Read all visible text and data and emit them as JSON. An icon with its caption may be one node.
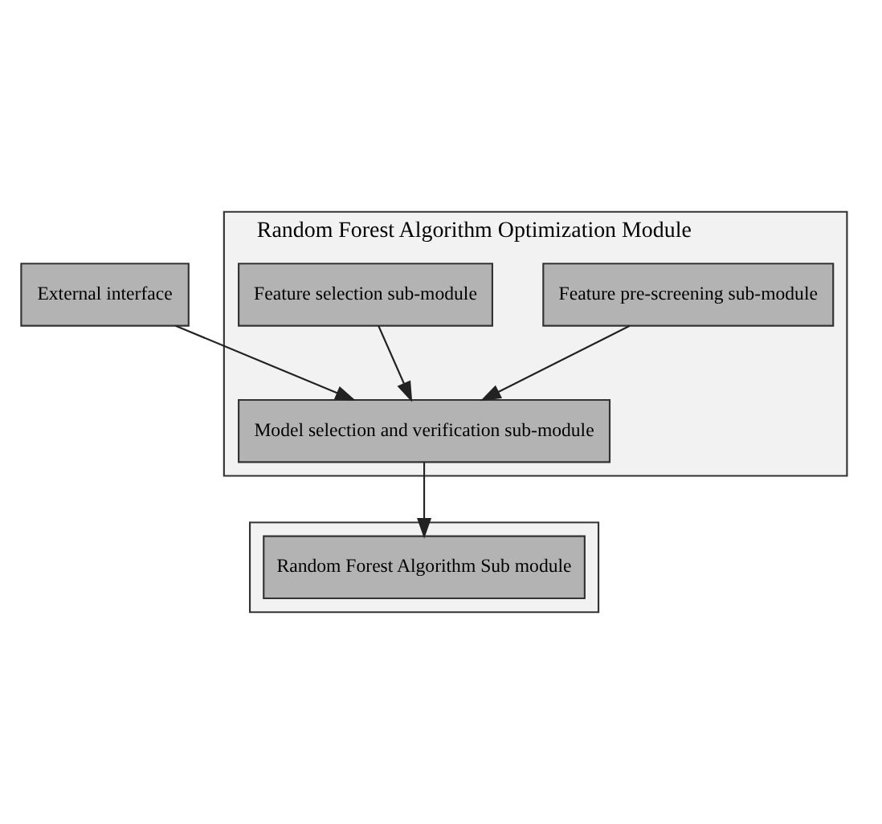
{
  "diagram": {
    "nodes": [
      {
        "text": [
          "External interface"
        ]
      },
      {
        "text": [
          "Random Forest Algorithm Optimization Module"
        ]
      },
      {
        "text": [
          "Feature pre-screening sub-module"
        ],
        "in": 1
      },
      {
        "text": [
          "Feature selection sub-module"
        ],
        "in": 1
      },
      {
        "text": [
          "Model selection and verification sub-module"
        ],
        "in": 1
      },
      {
        "text": [],
        "shape": "box"
      },
      {
        "text": [
          "Random Forest Algorithm Sub module"
        ],
        "in": 5
      }
    ],
    "edges": [
      {
        "from": 0,
        "to": 4,
        "arrow": "to"
      },
      {
        "from": 2,
        "to": 4,
        "arrow": "to"
      },
      {
        "from": 3,
        "to": 4,
        "arrow": "to"
      },
      {
        "from": 4,
        "to": 6,
        "arrow": "to"
      }
    ]
  }
}
